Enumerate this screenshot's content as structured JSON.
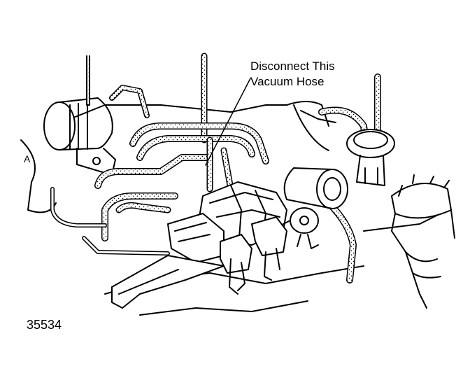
{
  "callout": {
    "line1": "Disconnect This",
    "line2": "Vacuum Hose"
  },
  "figure_number": "35534",
  "colors": {
    "ink": "#000000",
    "paper": "#ffffff"
  }
}
